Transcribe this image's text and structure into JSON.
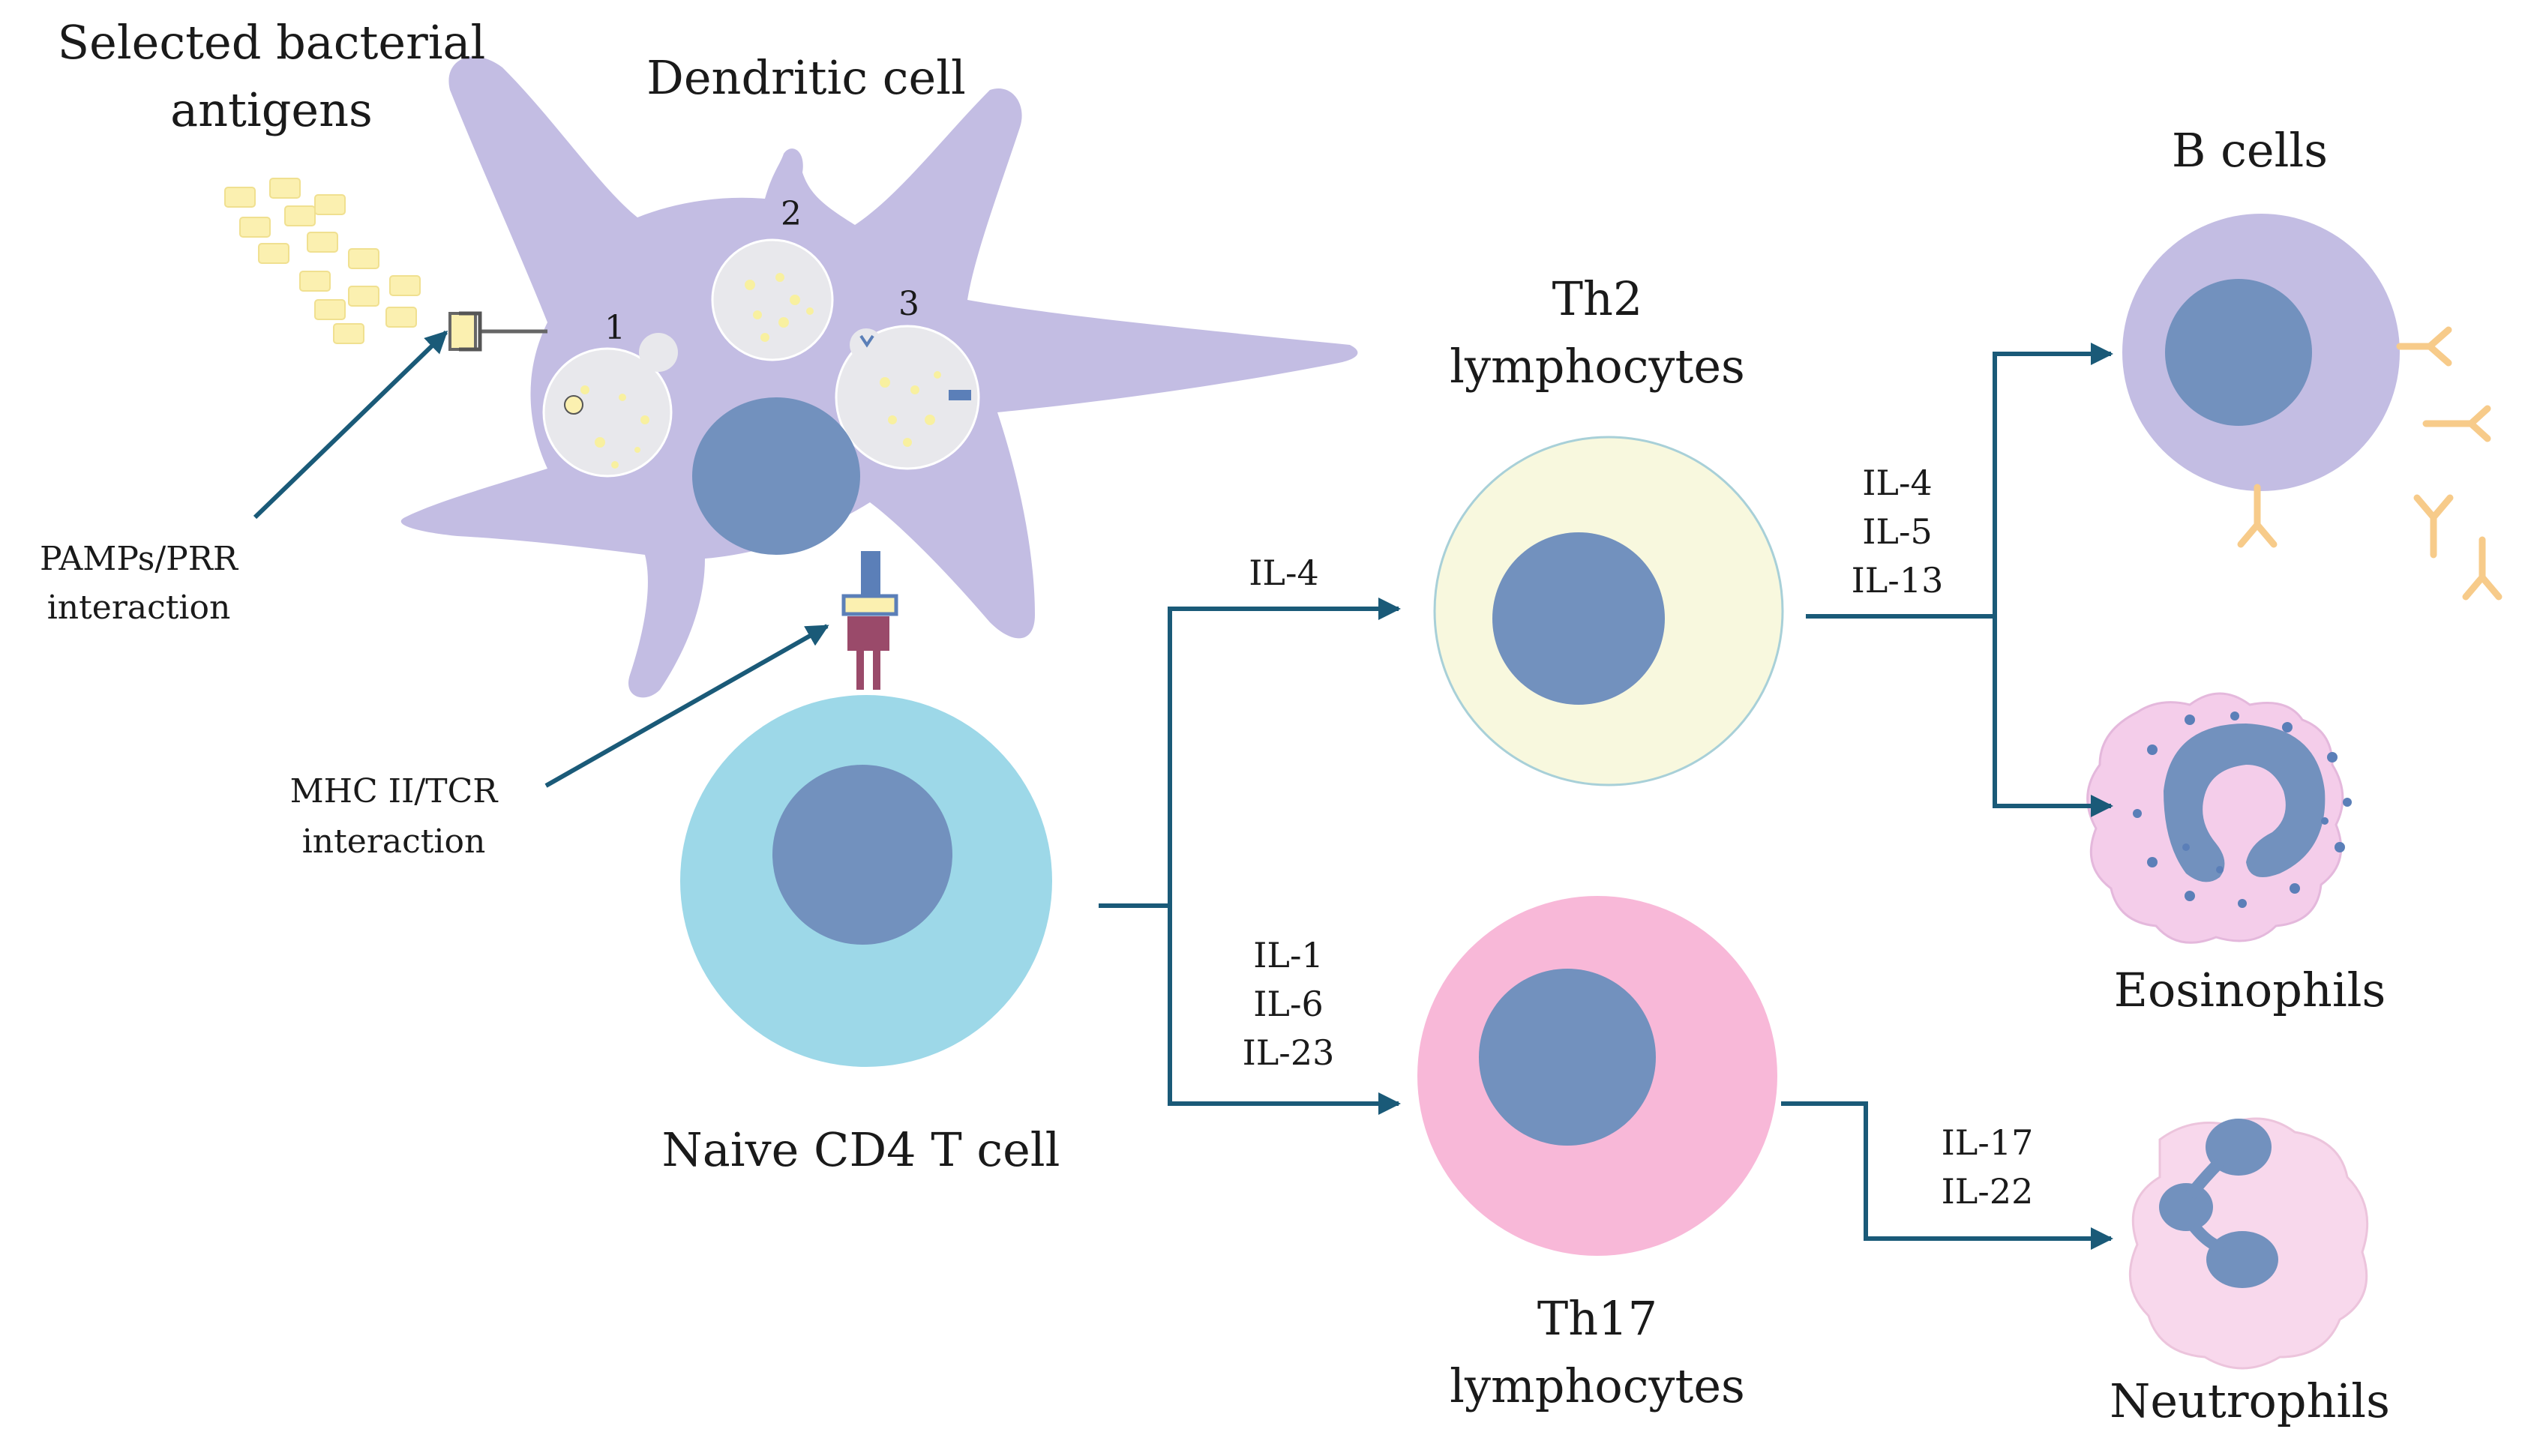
{
  "labels": {
    "antigens_line1": "Selected bacterial",
    "antigens_line2": "antigens",
    "dendritic_cell": "Dendritic cell",
    "vesicle_1": "1",
    "vesicle_2": "2",
    "vesicle_3": "3",
    "pamps_line1": "PAMPs/PRR",
    "pamps_line2": "interaction",
    "mhc_line1": "MHC II/TCR",
    "mhc_line2": "interaction",
    "naive_t_cell": "Naive CD4 T cell",
    "th2_line1": "Th2",
    "th2_line2": "lymphocytes",
    "th17_line1": "Th17",
    "th17_line2": "lymphocytes",
    "b_cells": "B cells",
    "eosinophils": "Eosinophils",
    "neutrophils": "Neutrophils"
  },
  "cytokines": {
    "th2_path": [
      "IL-4"
    ],
    "th17_path": [
      "IL-1",
      "IL-6",
      "IL-23"
    ],
    "th2_out": [
      "IL-4",
      "IL-5",
      "IL-13"
    ],
    "th17_out": [
      "IL-17",
      "IL-22"
    ]
  },
  "colors": {
    "dendritic": "#c3bde3",
    "nucleus": "#7291be",
    "naive_t": "#9dd8e8",
    "th2_cytoplasm": "#f8f8de",
    "th17_cytoplasm": "#f8b8d8",
    "b_cell": "#c3bde3",
    "eosinophil": "#f4cdea",
    "neutrophil": "#f8d8ec",
    "antigen": "#fbf0b0",
    "antibody": "#f7cb8a",
    "arrow": "#1a5a78",
    "tcr": "#9a4a6a"
  }
}
